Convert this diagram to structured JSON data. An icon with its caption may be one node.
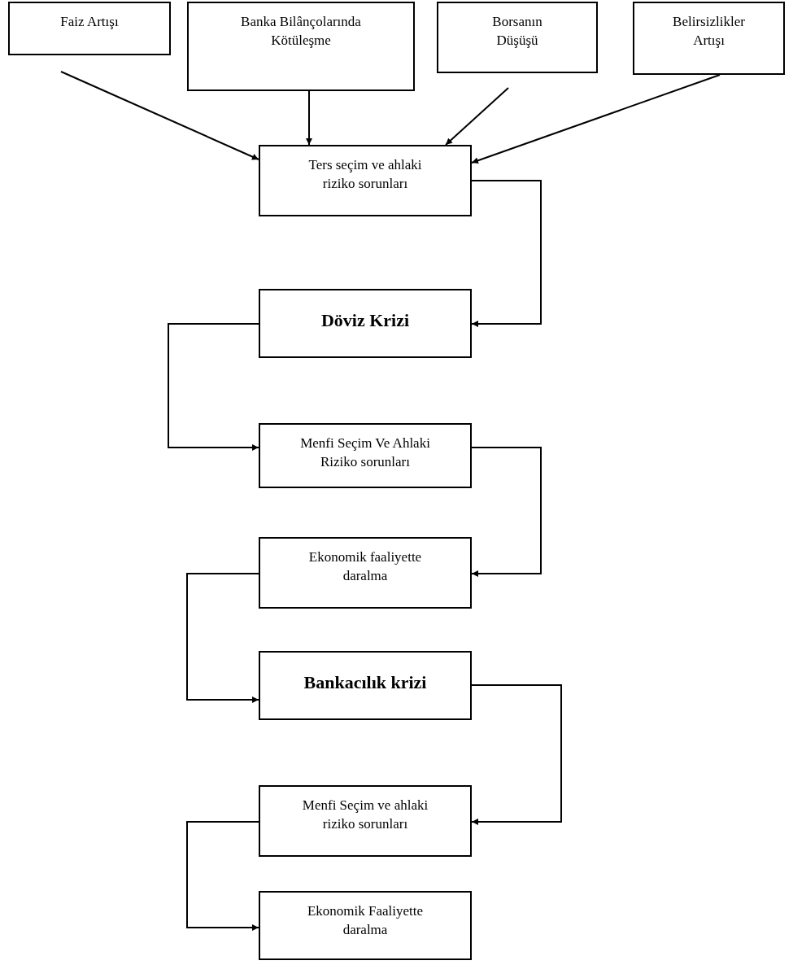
{
  "diagram": {
    "nodes": [
      {
        "text": [
          "Faiz Artışı"
        ]
      },
      {
        "text": [
          "Banka Bilânçolarında Kötüleşme"
        ]
      },
      {
        "text": [
          "Borsanın Düşüşü"
        ]
      },
      {
        "text": [
          "Belirsizlikler Artışı"
        ]
      },
      {
        "text": [
          "Ters seçim ve ahlaki riziko sorunları"
        ]
      },
      {
        "text": [
          "Döviz Krizi"
        ]
      },
      {
        "text": [
          "Menfi Seçim Ve Ahlaki Riziko sorunları"
        ]
      },
      {
        "text": [
          "Ekonomik faaliyette daralma"
        ]
      },
      {
        "text": [
          "Bankacılık krizi"
        ]
      },
      {
        "text": [
          "Menfi Seçim ve ahlaki riziko sorunları"
        ]
      },
      {
        "text": [
          "Ekonomik Faaliyette daralma"
        ]
      }
    ],
    "edges": [
      {
        "from": 0,
        "to": 4,
        "arrow": "to"
      },
      {
        "from": 1,
        "to": 4,
        "arrow": "to"
      },
      {
        "from": 2,
        "to": 4,
        "arrow": "to"
      },
      {
        "from": 3,
        "to": 4,
        "arrow": "to"
      },
      {
        "from": 4,
        "to": 5,
        "arrow": "to"
      },
      {
        "from": 5,
        "to": 6,
        "arrow": "to"
      },
      {
        "from": 6,
        "to": 7,
        "arrow": "to"
      },
      {
        "from": 7,
        "to": 8,
        "arrow": "to"
      },
      {
        "from": 8,
        "to": 9,
        "arrow": "to"
      },
      {
        "from": 9,
        "to": 10,
        "arrow": "to"
      }
    ]
  }
}
